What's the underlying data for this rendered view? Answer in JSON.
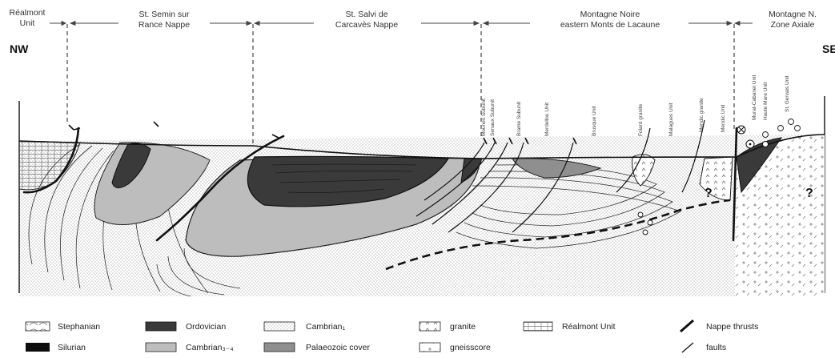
{
  "regions": [
    {
      "label_lines": [
        "Réalmont",
        "Unit"
      ]
    },
    {
      "label_lines": [
        "St. Semin sur",
        "Rance Nappe"
      ]
    },
    {
      "label_lines": [
        "St. Salvi de",
        "Carcavès Nappe"
      ]
    },
    {
      "label_lines": [
        "Montagne Noire",
        "eastern Monts de Lacaune"
      ]
    },
    {
      "label_lines": [
        "Montagne N.",
        "Zone Axiale"
      ]
    }
  ],
  "sides": {
    "left": "NW",
    "right": "SE"
  },
  "units": [
    "Mounes Subunit",
    "Senaux Subunit",
    "Brame Subunit",
    "Merdellou Unit",
    "Brusque Unit",
    "Folard granite",
    "Malagues Unit",
    "Mendic granite",
    "Mendic Unit",
    "Murat-Cabanel Unit",
    "Haute Mare Unit",
    "St. Gervais Unit"
  ],
  "question_mark": "?",
  "legend": [
    {
      "label": "Stephanian",
      "pattern": "stephanian"
    },
    {
      "label": "Silurian",
      "pattern": "silurian"
    },
    {
      "label": "Ordovician",
      "pattern": "ordovician"
    },
    {
      "label": "Cambrian₃₋₄",
      "pattern": "cambrian34"
    },
    {
      "label": "Cambrian₁",
      "pattern": "cambrian1"
    },
    {
      "label": "Palaeozoic cover",
      "pattern": "palaeozoic"
    },
    {
      "label": "granite",
      "pattern": "granite"
    },
    {
      "label": "gneisscore",
      "pattern": "gneiss"
    },
    {
      "label": "Réalmont Unit",
      "pattern": "realmont"
    },
    {
      "label": "Nappe thrusts",
      "pattern": "thrust"
    },
    {
      "label": "faults",
      "pattern": "fault"
    }
  ],
  "colors": {
    "ordovician": "#3a3a3a",
    "cambrian34": "#bdbdbd",
    "palaeozoic": "#8f8f8f",
    "silurian": "#0e0e0e",
    "ink": "#111111"
  }
}
